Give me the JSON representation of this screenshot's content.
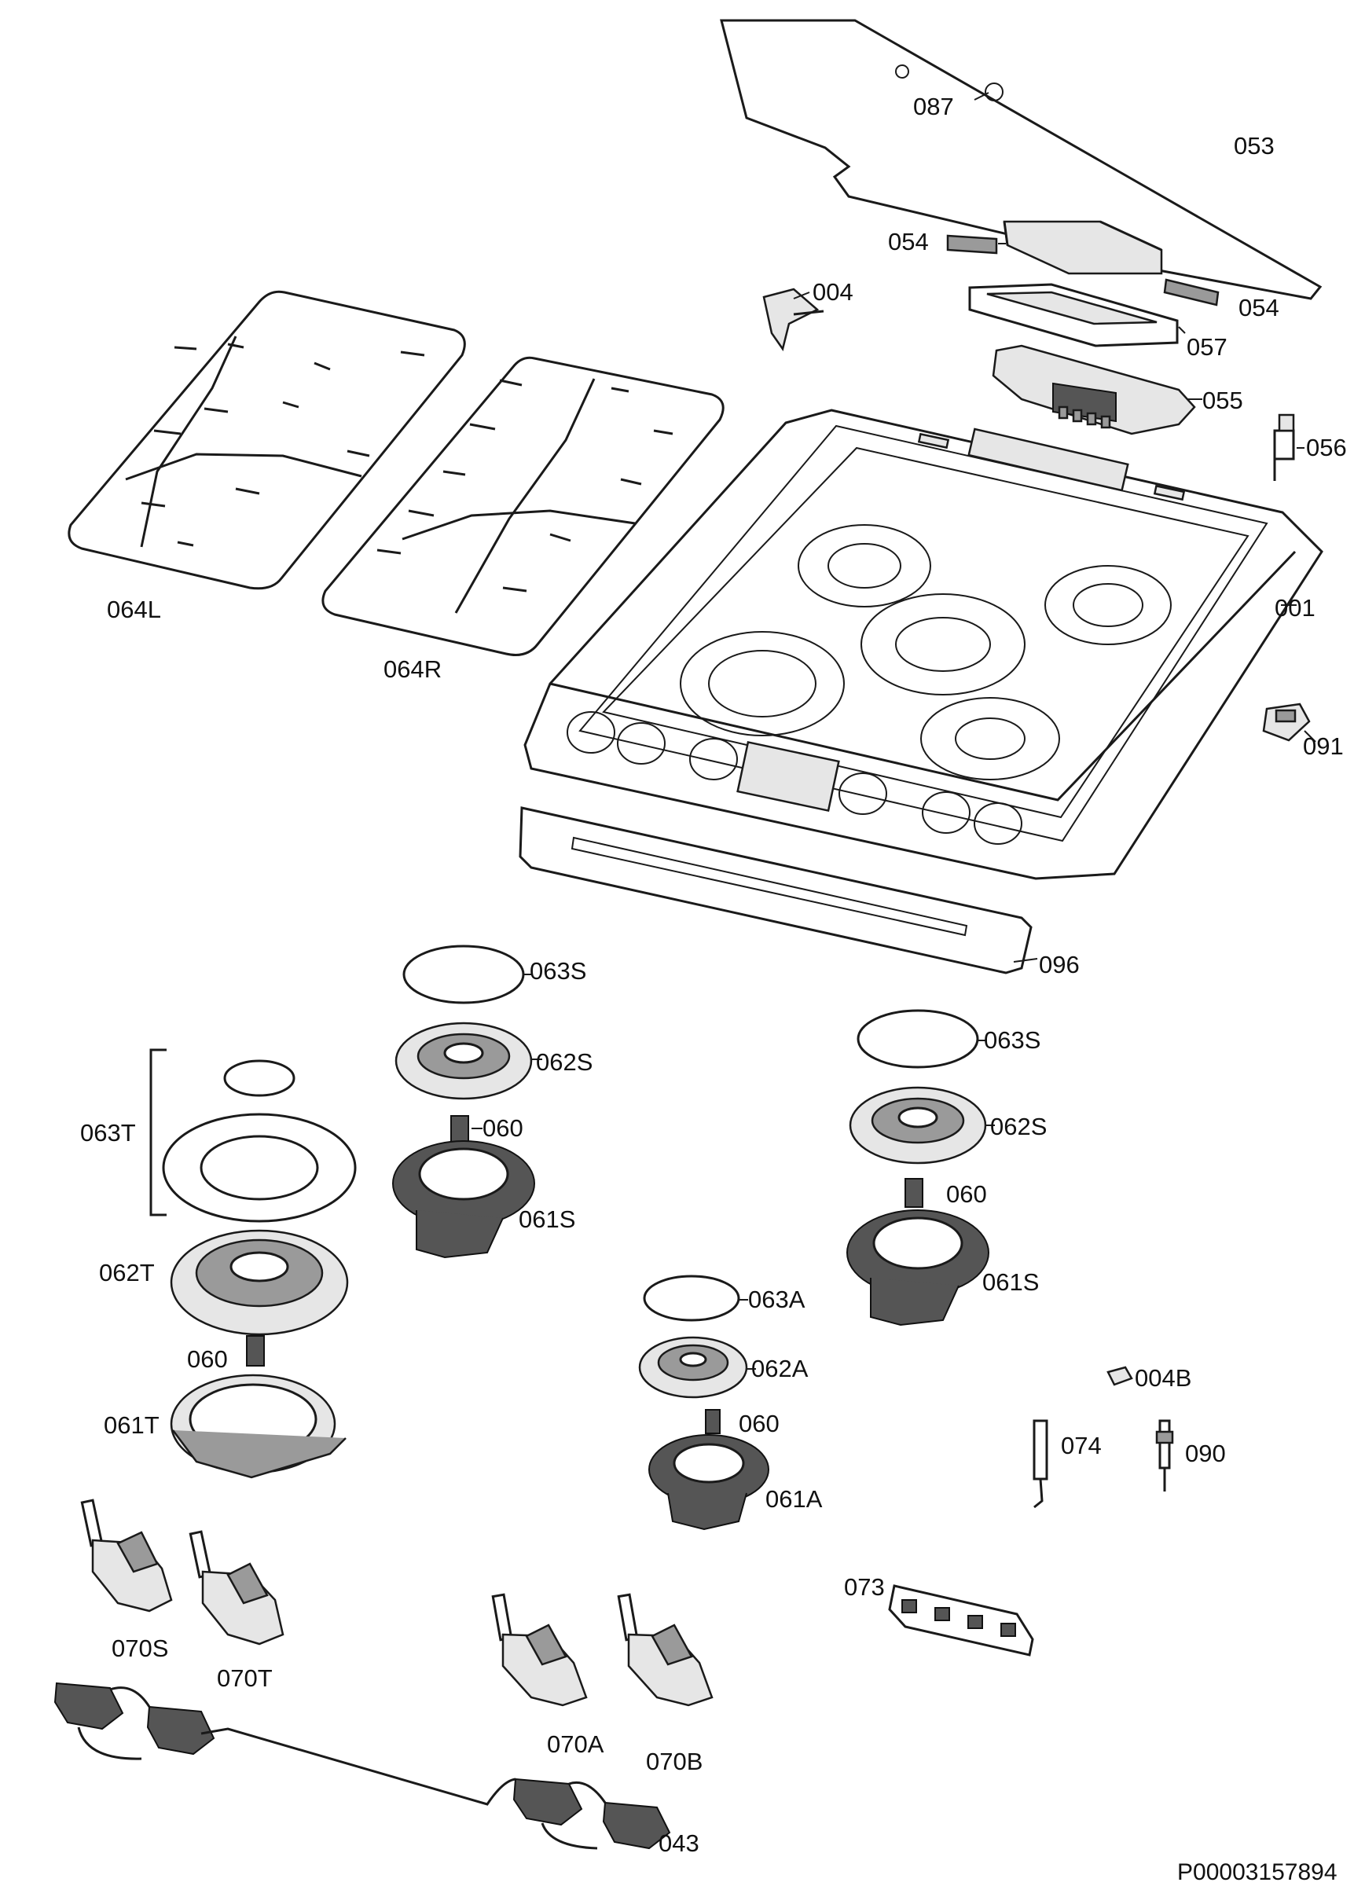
{
  "parts": {
    "p087": "087",
    "p053": "053",
    "p054a": "054",
    "p054b": "054",
    "p004": "004",
    "p057": "057",
    "p055": "055",
    "p056": "056",
    "p001": "001",
    "p064L": "064L",
    "p064R": "064R",
    "p091": "091",
    "p096": "096",
    "p063S_a": "063S",
    "p062S_a": "062S",
    "p060_a": "060",
    "p061S_a": "061S",
    "p063T": "063T",
    "p062T": "062T",
    "p060_b": "060",
    "p061T": "061T",
    "p063S_b": "063S",
    "p062S_b": "062S",
    "p060_c": "060",
    "p061S_b": "061S",
    "p063A": "063A",
    "p062A": "062A",
    "p060_d": "060",
    "p061A": "061A",
    "p004B": "004B",
    "p074": "074",
    "p090": "090",
    "p073": "073",
    "p070S": "070S",
    "p070T": "070T",
    "p070A": "070A",
    "p070B": "070B",
    "p043": "043"
  },
  "document_code": "P00003157894",
  "colors": {
    "line": "#1a1a1a",
    "light_fill": "#e6e6e6",
    "mid_fill": "#9a9a9a",
    "dark_fill": "#555555",
    "background": "#ffffff"
  }
}
